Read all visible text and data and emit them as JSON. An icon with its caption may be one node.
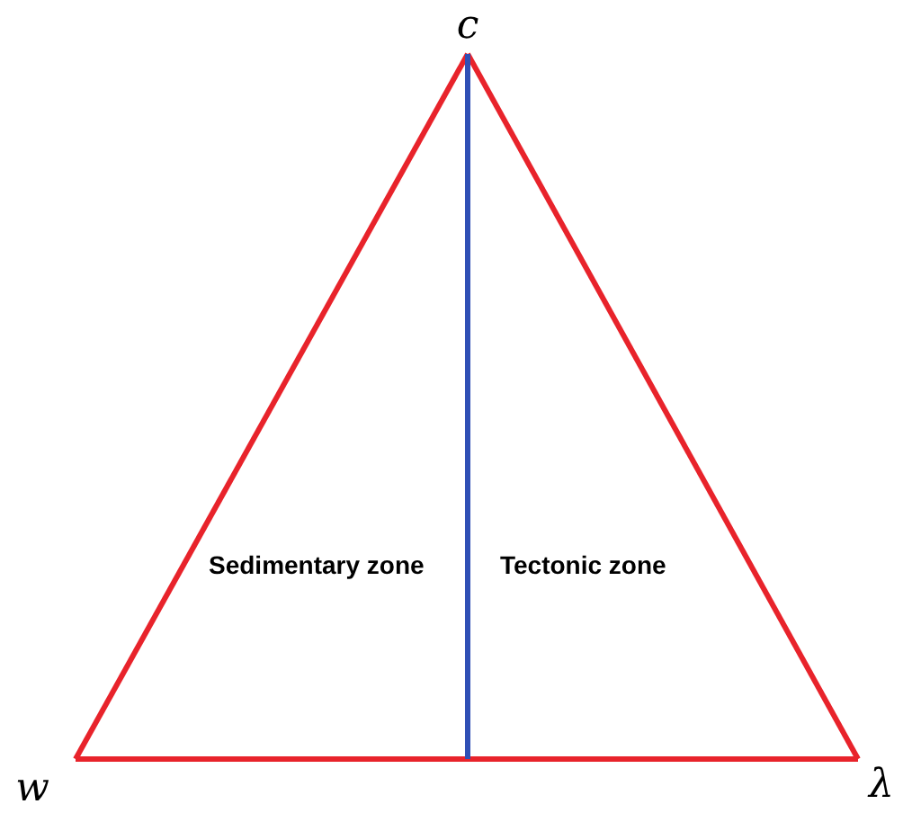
{
  "diagram": {
    "nodes": [
      {
        "text": [
          "c"
        ]
      },
      {
        "text": [
          "w"
        ]
      },
      {
        "text": [
          "λ"
        ]
      }
    ],
    "edges": [
      {
        "from": 0,
        "to": 1,
        "arrow": "none"
      },
      {
        "from": 0,
        "to": 2,
        "arrow": "none"
      },
      {
        "from": 1,
        "to": 2,
        "arrow": "none"
      },
      {
        "from": 0,
        "to": null,
        "arrow": "none",
        "color": "#2f4fb5"
      }
    ],
    "labels": [
      "Sedimentary zone",
      "Tectonic zone"
    ]
  }
}
